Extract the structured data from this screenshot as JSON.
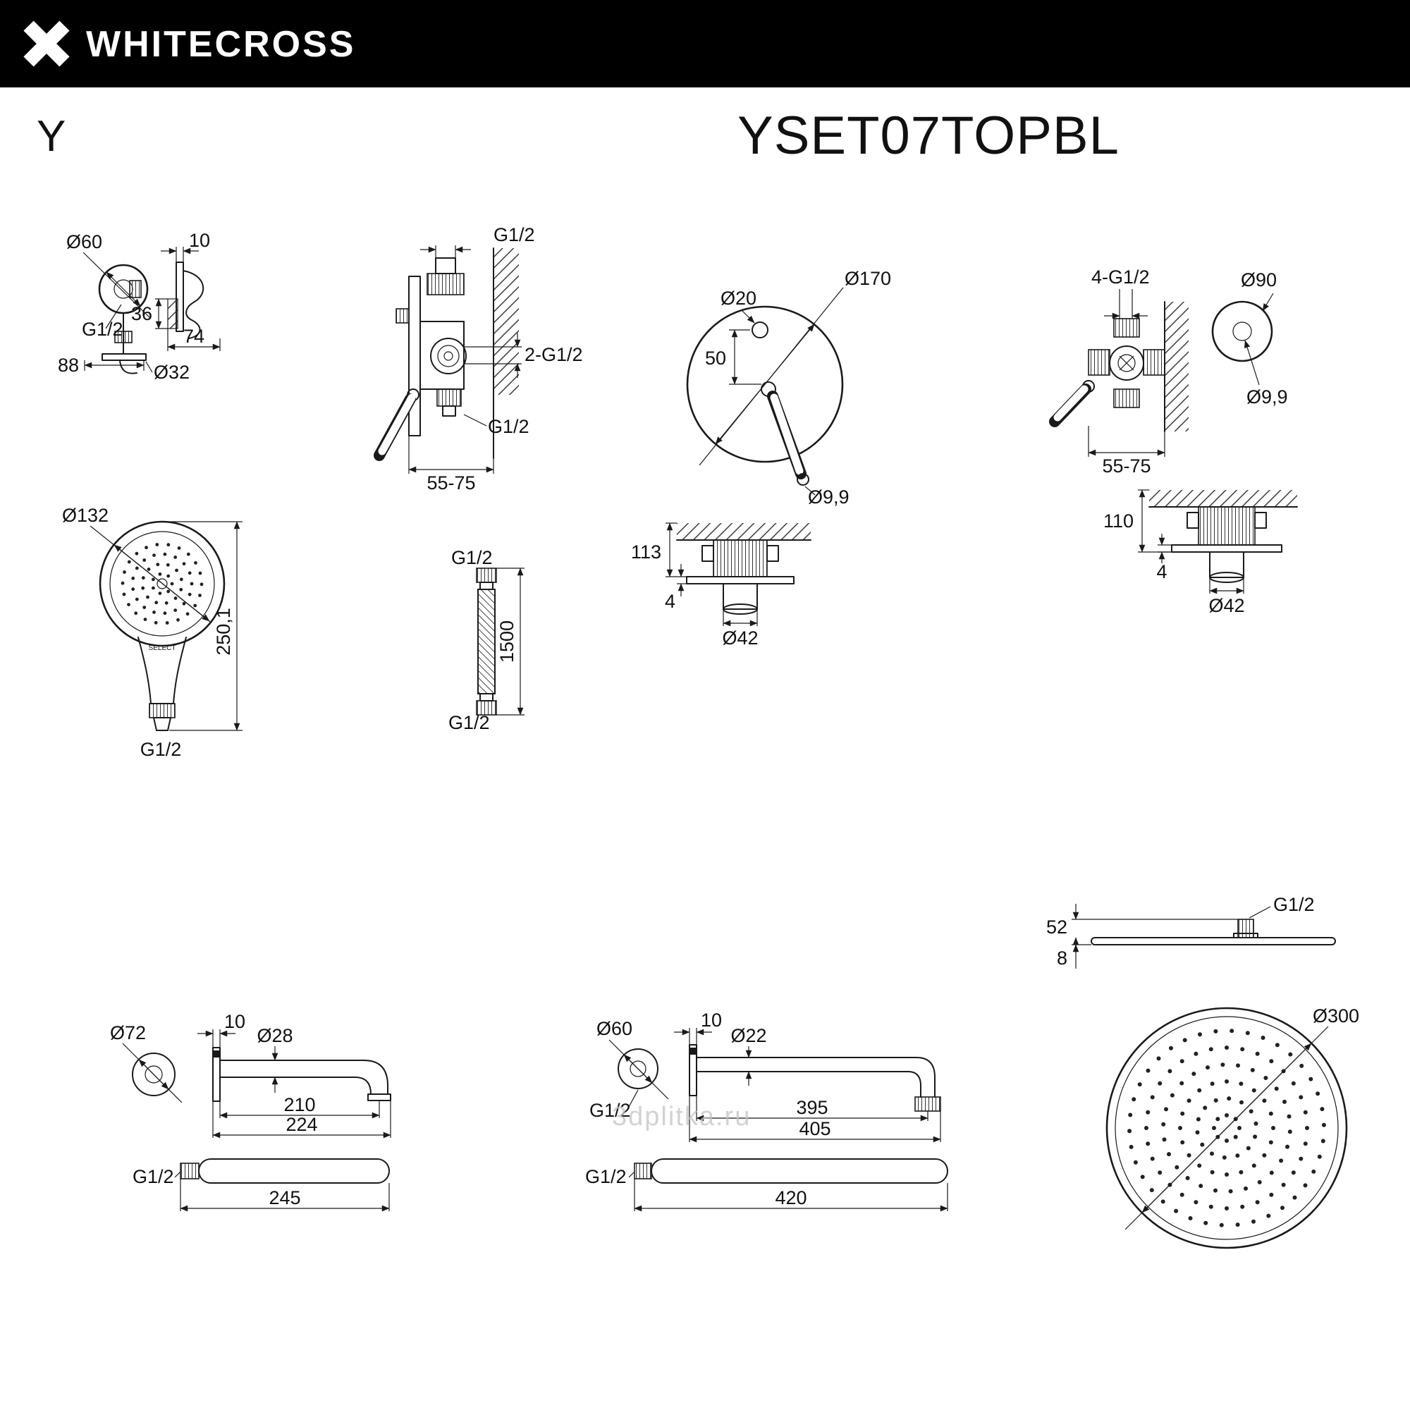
{
  "header": {
    "brand": "WHITECROSS"
  },
  "title": {
    "series": "Y",
    "model": "YSET07TOPBL"
  },
  "watermark": "3dplitka.ru",
  "wall_outlet": {
    "d60": "Ø60",
    "g": "G1/2",
    "w10": "10",
    "h36": "36",
    "w74": "74",
    "h88": "88",
    "d32": "Ø32"
  },
  "mixer_side": {
    "g_top": "G1/2",
    "g_mid": "2-G1/2",
    "g_bot": "G1/2",
    "depth": "55-75"
  },
  "mixer_front": {
    "d170": "Ø170",
    "d20": "Ø20",
    "h50": "50",
    "d99": "Ø9,9"
  },
  "mixer_right": {
    "g4": "4-G1/2",
    "d90": "Ø90",
    "d99": "Ø9,9",
    "depth": "55-75",
    "h110": "110",
    "t4": "4",
    "d42": "Ø42"
  },
  "mount_box": {
    "h113": "113",
    "t4": "4",
    "d42": "Ø42"
  },
  "hand_shower": {
    "d132": "Ø132",
    "len": "250,1",
    "g": "G1/2",
    "select": "SELECT"
  },
  "hose": {
    "g_top": "G1/2",
    "len": "1500",
    "g_bot": "G1/2"
  },
  "head_side": {
    "g": "G1/2",
    "h52": "52",
    "t8": "8"
  },
  "head_top": {
    "d300": "Ø300"
  },
  "spout": {
    "d72": "Ø72",
    "w10": "10",
    "d28": "Ø28",
    "l210": "210",
    "l224": "224",
    "g": "G1/2",
    "l245": "245"
  },
  "arm": {
    "d60": "Ø60",
    "w10": "10",
    "d22": "Ø22",
    "l395": "395",
    "l405": "405",
    "g1": "G1/2",
    "g2": "G1/2",
    "l420": "420"
  }
}
